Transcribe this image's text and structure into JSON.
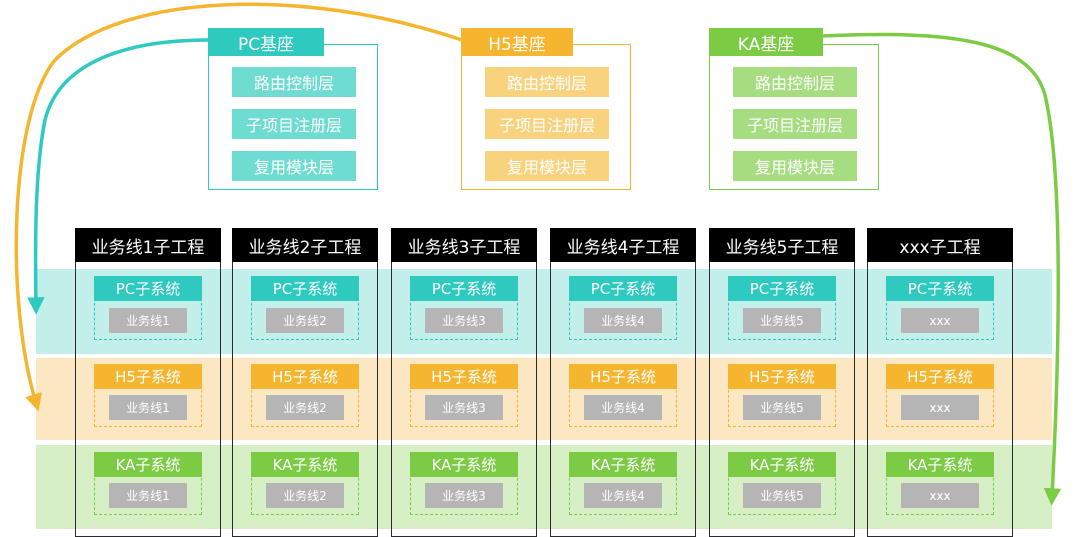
{
  "colors": {
    "pc": "#2ec9bf",
    "pc_light": "#6fdcd2",
    "h5": "#f5b52e",
    "h5_light": "#f9d27e",
    "ka": "#7ccb45",
    "ka_light": "#a6dd80"
  },
  "bases": [
    {
      "key": "pc",
      "title": "PC基座",
      "layers": [
        "路由控制层",
        "子项目注册层",
        "复用模块层"
      ]
    },
    {
      "key": "h5",
      "title": "H5基座",
      "layers": [
        "路由控制层",
        "子项目注册层",
        "复用模块层"
      ]
    },
    {
      "key": "ka",
      "title": "KA基座",
      "layers": [
        "路由控制层",
        "子项目注册层",
        "复用模块层"
      ]
    }
  ],
  "projects": [
    {
      "title": "业务线1子工程",
      "item": "业务线1"
    },
    {
      "title": "业务线2子工程",
      "item": "业务线2"
    },
    {
      "title": "业务线3子工程",
      "item": "业务线3"
    },
    {
      "title": "业务线4子工程",
      "item": "业务线4"
    },
    {
      "title": "业务线5子工程",
      "item": "业务线5"
    },
    {
      "title": "xxx子工程",
      "item": "xxx"
    }
  ],
  "subsystems": [
    {
      "key": "pc",
      "label": "PC子系统"
    },
    {
      "key": "h5",
      "label": "H5子系统"
    },
    {
      "key": "ka",
      "label": "KA子系统"
    }
  ]
}
